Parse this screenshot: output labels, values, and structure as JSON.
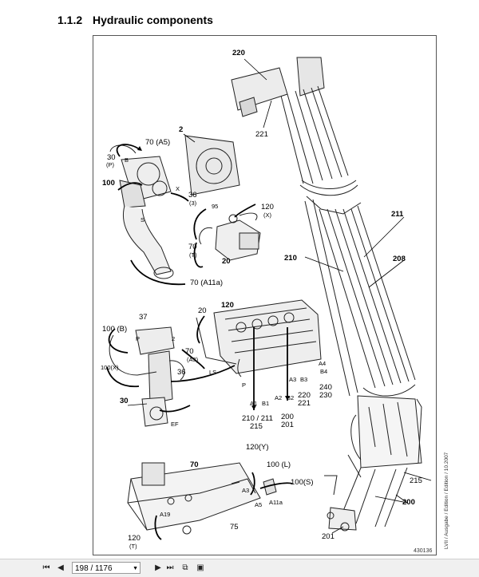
{
  "heading": {
    "number": "1.1.2",
    "title": "Hydraulic components"
  },
  "figure_id": "430136",
  "side_note": "LVII / Ausgabe / Edition / Edition / 10.2007",
  "labels": {
    "l220": "220",
    "l221": "221",
    "l2a": "2",
    "l70a5": "70 (A5)",
    "l30": "30",
    "l30p": "(P)",
    "lB": "B",
    "l100a": "100",
    "lX": "X",
    "l36": "36",
    "l36s": "(3)",
    "lS": "S",
    "l120x": "120",
    "l120xs": "(X)",
    "l95": "95",
    "l70t": "70",
    "l70ts": "(T)",
    "l20a": "20",
    "l70a11a": "70 (A11a)",
    "l211": "211",
    "l210": "210",
    "l208": "208",
    "l37": "37",
    "l20b": "20",
    "l120": "120",
    "l100b": "100 (B)",
    "lP": "P",
    "l2b": "2",
    "l70a3": "70",
    "l70a3s": "(A3)",
    "l100x": "100(X)",
    "l36b": "36",
    "lLS": "LS",
    "lPb": "P",
    "lA4": "A4",
    "lB4": "B4",
    "lA3": "A3",
    "lB3": "B3",
    "lA2": "A2",
    "lB2": "B2",
    "lA1": "A1",
    "lB1": "B1",
    "l240": "240",
    "l230": "230",
    "l220b": "220",
    "l221b": "221",
    "l200a": "200",
    "l201a": "201",
    "l210b": "210 / 211",
    "l215a": "215",
    "l30b": "30",
    "lEF": "EF",
    "l120y": "120(Y)",
    "l70c": "70",
    "l100l": "100 (L)",
    "l100s": "100(S)",
    "lA3b": "A3",
    "lA5": "A5",
    "lA11a": "A11a",
    "lA19": "A19",
    "l75": "75",
    "l120t": "120",
    "l120ts": "(T)",
    "l215b": "215",
    "l200b": "200",
    "l201b": "201"
  },
  "toolbar": {
    "page_value": "198 / 1176",
    "icons": [
      "first-page-icon",
      "prev-page-icon",
      "next-page-icon",
      "last-page-icon",
      "copy-icon",
      "fit-page-icon"
    ]
  }
}
